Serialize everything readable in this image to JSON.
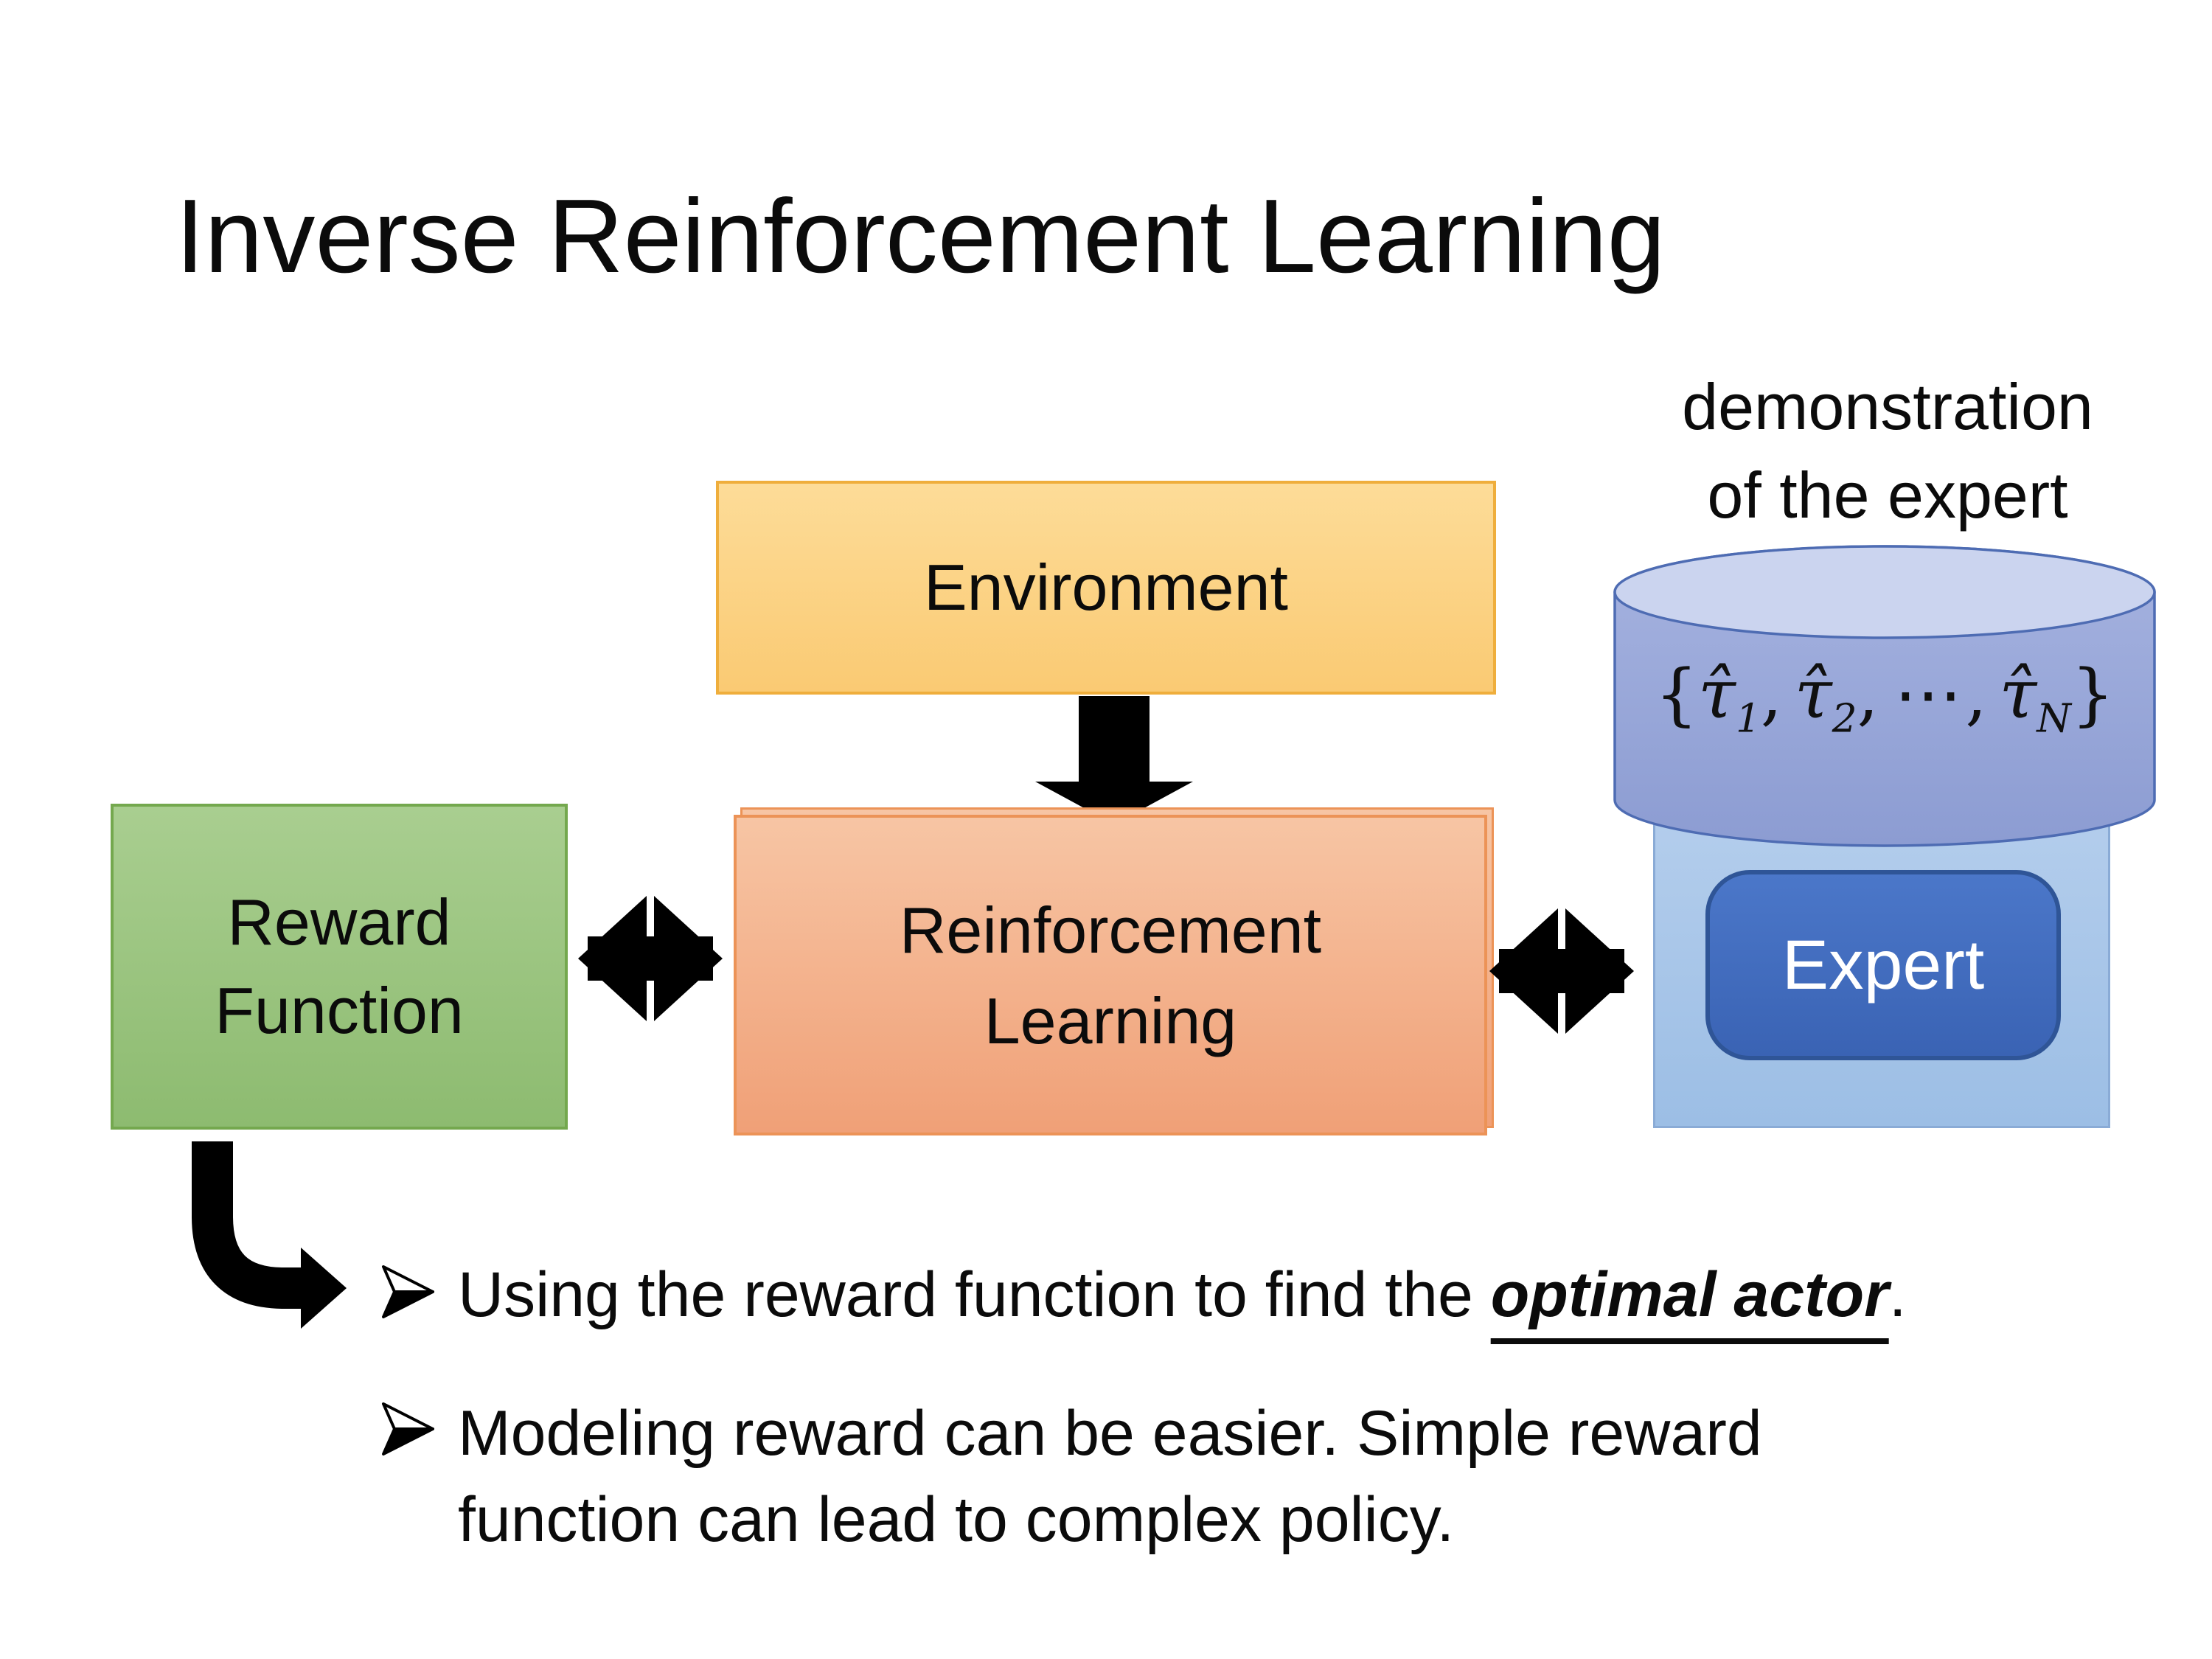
{
  "slide": {
    "title": "Inverse Reinforcement Learning",
    "annotation": {
      "line1": "demonstration",
      "line2": "of the expert"
    },
    "environment": {
      "label": "Environment"
    },
    "reward_function": {
      "line1": "Reward",
      "line2": "Function"
    },
    "reinforcement_learning": {
      "line1": "Reinforcement",
      "line2": "Learning"
    },
    "expert": {
      "label": "Expert"
    },
    "demonstrations": {
      "open": "{",
      "tau": "τ̂",
      "sub1": "1",
      "comma1": ",",
      "sub2": "2",
      "comma2": ",",
      "dots": "⋯",
      "comma3": ",",
      "subN": "N",
      "close": "}"
    },
    "bullets": {
      "item1": {
        "pre": "Using the reward function to find the ",
        "emphasis": "optimal actor",
        "post": "."
      },
      "item2": {
        "line1": "Modeling reward can be easier. Simple reward",
        "line2": "function can lead to complex policy."
      }
    }
  },
  "colors": {
    "env_fill_top": "#FDDC98",
    "env_fill_bottom": "#FACA73",
    "env_border": "#EFAE3C",
    "rl_fill_top": "#F7C5A4",
    "rl_fill_bottom": "#F0A077",
    "rl_border": "#EC9357",
    "reward_fill_top": "#A9CE90",
    "reward_fill_bottom": "#8DBB70",
    "reward_border": "#74A84E",
    "panel_fill_top": "#B3CDEC",
    "panel_fill_bottom": "#9CBEE5",
    "panel_border": "#8AABD6",
    "expert_fill_top": "#4B77C9",
    "expert_fill_bottom": "#3A63B4",
    "expert_border": "#2F5597",
    "cyl_fill_top": "#A6B3E0",
    "cyl_fill_bottom": "#8C9CD2",
    "cyl_top_fill": "#CBD4EF",
    "cyl_border": "#4E6CB3",
    "arrow_black": "#000000",
    "text_black": "#0B0B0B"
  }
}
